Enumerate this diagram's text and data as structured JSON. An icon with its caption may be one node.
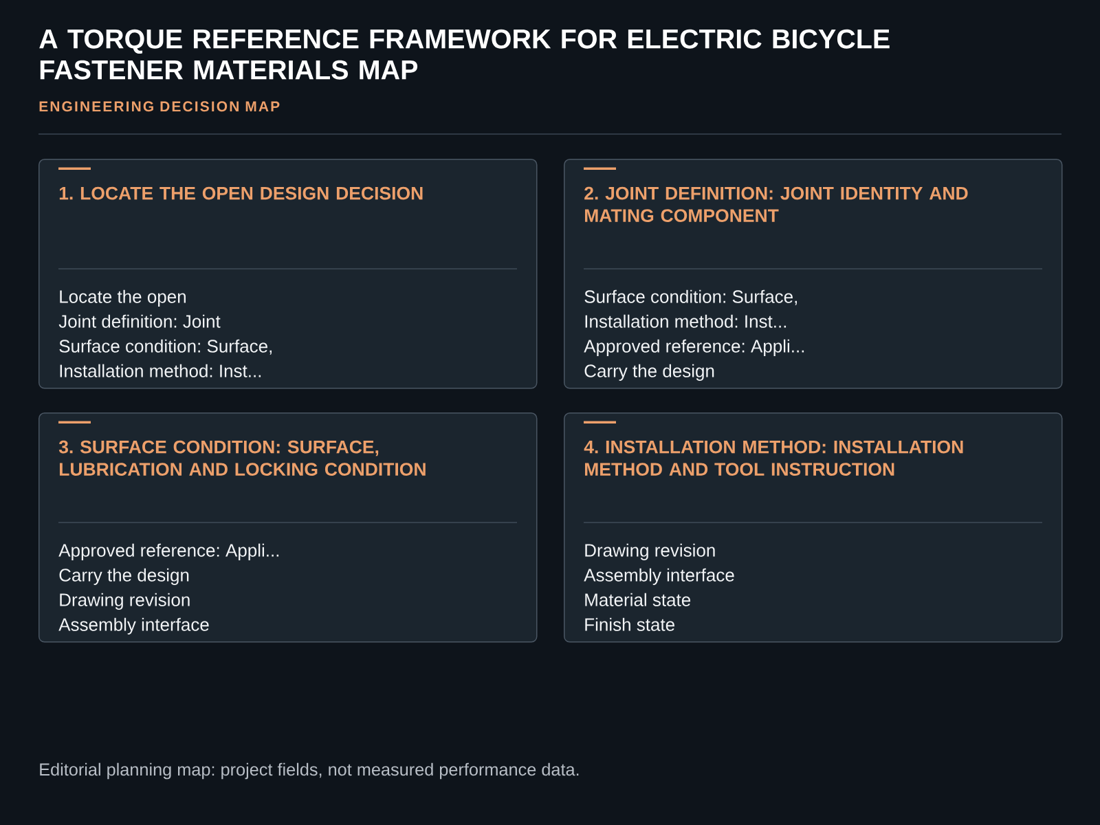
{
  "diagram": {
    "title": "A TORQUE REFERENCE FRAMEWORK FOR ELECTRIC BICYCLE FASTENER MATERIALS MAP",
    "caption": "Editorial planning map: project fields, not measured performance data.",
    "labels": [
      "ENGINEERING DECISION MAP"
    ],
    "nodes": [
      {
        "text": [
          "1. LOCATE THE OPEN DESIGN DECISION",
          "Locate the open",
          "Joint definition: Joint",
          "Surface condition: Surface,",
          "Installation method: Inst..."
        ]
      },
      {
        "text": [
          "2. JOINT DEFINITION: JOINT IDENTITY AND MATING COMPONENT",
          "Surface condition: Surface,",
          "Installation method: Inst...",
          "Approved reference: Appli...",
          "Carry the design"
        ]
      },
      {
        "text": [
          "3. SURFACE CONDITION: SURFACE, LUBRICATION AND LOCKING CONDITION",
          "Approved reference: Appli...",
          "Carry the design",
          "Drawing revision",
          "Assembly interface"
        ]
      },
      {
        "text": [
          "4. INSTALLATION METHOD: INSTALLATION METHOD AND TOOL INSTRUCTION",
          "Drawing revision",
          "Assembly interface",
          "Material state",
          "Finish state"
        ]
      }
    ]
  }
}
